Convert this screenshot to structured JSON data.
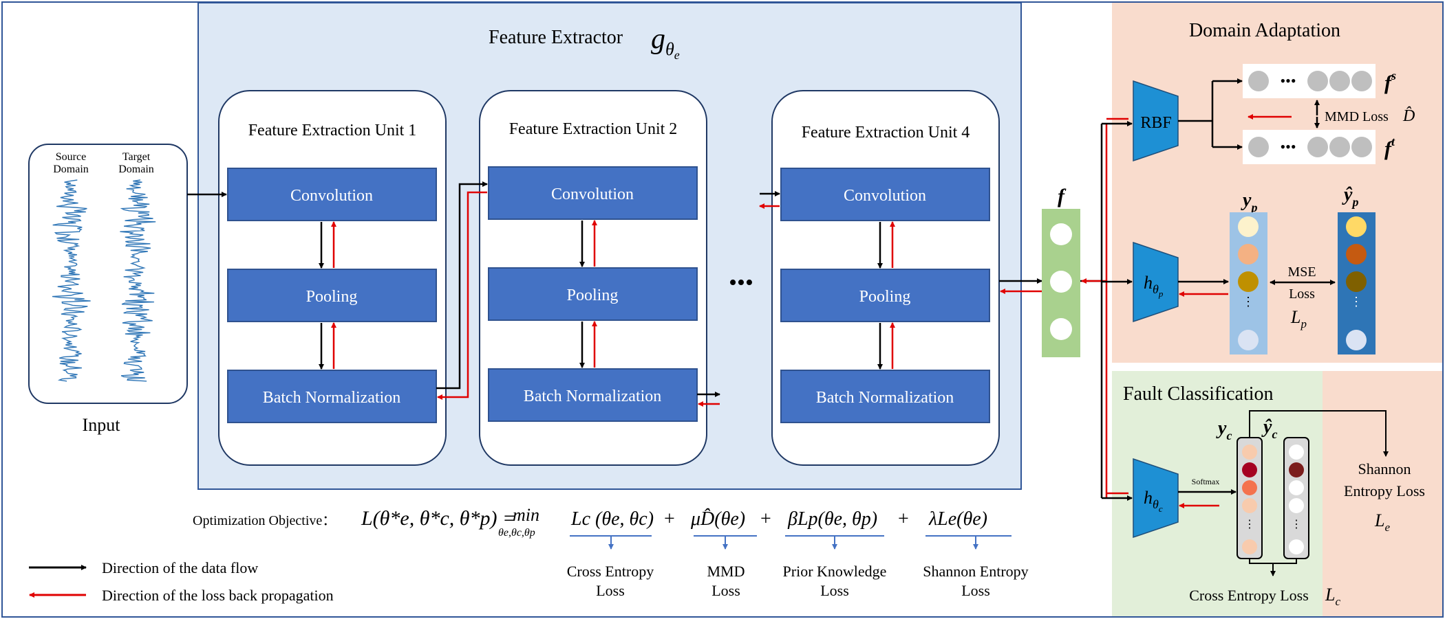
{
  "feature_extractor": {
    "title": "Feature Extractor",
    "symbol_base": "g",
    "symbol_sub": "θ",
    "symbol_subsub": "e",
    "units": [
      {
        "title": "Feature Extraction Unit 1",
        "layers": [
          "Convolution",
          "Pooling",
          "Batch Normalization"
        ]
      },
      {
        "title": "Feature Extraction Unit 2",
        "layers": [
          "Convolution",
          "Pooling",
          "Batch Normalization"
        ]
      },
      {
        "title": "Feature Extraction Unit 4",
        "layers": [
          "Convolution",
          "Pooling",
          "Batch Normalization"
        ]
      }
    ],
    "ellipsis": "•••"
  },
  "input": {
    "source_label_1": "Source",
    "source_label_2": "Domain",
    "target_label_1": "Target",
    "target_label_2": "Domain",
    "caption": "Input"
  },
  "feature_vector": {
    "label": "f"
  },
  "domain_adaptation": {
    "title": "Domain Adaptation",
    "rbf_label": "RBF",
    "ellipsis": "•••",
    "fs_base": "f",
    "fs_sup": "s",
    "ft_base": "f",
    "ft_sup": "t",
    "mmd_label": "MMD Loss",
    "mmd_symbol": "D̂",
    "hp_base": "h",
    "hp_sub": "θ",
    "hp_subsub": "p",
    "yp_base": "y",
    "yp_sub": "p",
    "yp_hat_base": "ŷ",
    "yp_hat_sub": "p",
    "mse_line1": "MSE",
    "mse_line2": "Loss",
    "lp_base": "L",
    "lp_sub": "p",
    "yp_colors": [
      "#fdf2cc",
      "#f4b183",
      "#bf9000",
      "#dae3f3"
    ],
    "yp_hat_colors": [
      "#ffd966",
      "#c55a11",
      "#7f6000",
      "#dae3f3"
    ]
  },
  "fault_classification": {
    "title": "Fault Classification",
    "hc_base": "h",
    "hc_sub": "θ",
    "hc_subsub": "c",
    "softmax": "Softmax",
    "yc_base": "y",
    "yc_sub": "c",
    "yc_hat_base": "ŷ",
    "yc_hat_sub": "c",
    "shannon_line1": "Shannon",
    "shannon_line2": "Entropy Loss",
    "le_base": "L",
    "le_sub": "e",
    "ce_label": "Cross Entropy Loss",
    "lc_base": "L",
    "lc_sub": "c",
    "yc_colors": [
      "#f8cbad",
      "#a50021",
      "#f4724e",
      "#f8cbad"
    ],
    "yc_hat_colors": [
      "#ffffff",
      "#7b1c1c",
      "#ffffff",
      "#ffffff"
    ]
  },
  "objective": {
    "label": "Optimization Objective：",
    "lhs": "L(θ*e, θ*c, θ*p) =",
    "min": "min",
    "min_sub": "θe,θc,θp",
    "terms": [
      {
        "expr": "Lc (θe, θc)",
        "plus": "",
        "caption_1": "Cross Entropy",
        "caption_2": "Loss"
      },
      {
        "expr": "μD̂(θe)",
        "plus": "+",
        "caption_1": "MMD",
        "caption_2": "Loss"
      },
      {
        "expr": "βLp(θe, θp)",
        "plus": "+",
        "caption_1": "Prior Knowledge",
        "caption_2": "Loss"
      },
      {
        "expr": "λLe(θe)",
        "plus": "+",
        "caption_1": "Shannon Entropy",
        "caption_2": "Loss"
      }
    ]
  },
  "legend": [
    {
      "label": "Direction of the data flow",
      "color": "#000000"
    },
    {
      "label": "Direction of the loss back propagation",
      "color": "#e00000"
    }
  ],
  "colors": {
    "unit_blue": "#4472c4",
    "extractor_bg": "#dde8f5",
    "da_bg": "#f9dccd",
    "fc_bg": "#e2efd9",
    "feature_green": "#a9d18e",
    "network_blue": "#1e90d4",
    "red": "#e00000"
  }
}
